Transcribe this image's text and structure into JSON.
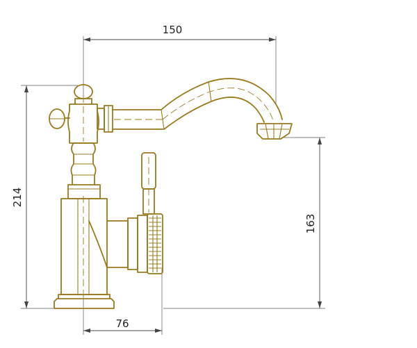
{
  "drawing": {
    "colors": {
      "outline": "#9a7a1e",
      "dimension": "#444444",
      "text": "#222222",
      "background": "#ffffff"
    },
    "dimensions": {
      "spout_reach": "150",
      "total_height": "214",
      "spout_height": "163",
      "base_depth": "76"
    }
  }
}
